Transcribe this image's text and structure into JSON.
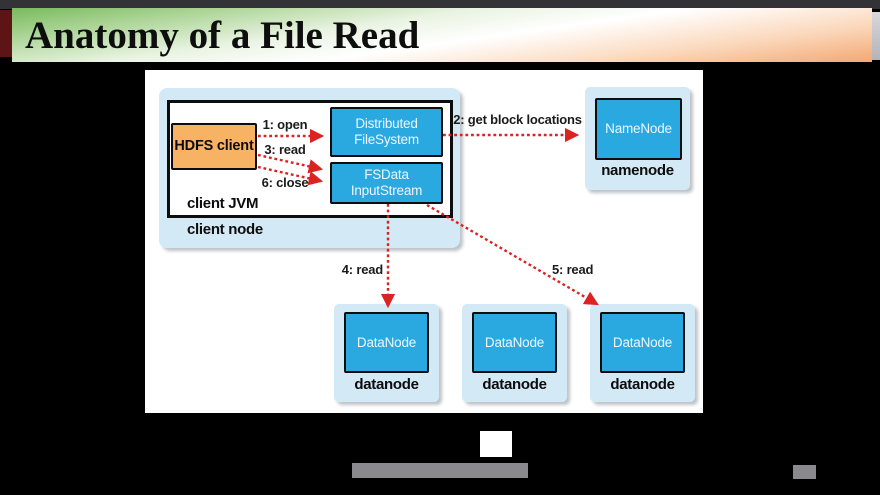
{
  "slide": {
    "title": "Anatomy of a File Read"
  },
  "diagram": {
    "client_node": {
      "node_label": "client node",
      "jvm_label": "client JVM",
      "hdfs_client_label": "HDFS client",
      "distributed_filesystem_label": "Distributed FileSystem",
      "fsdata_inputstream_label": "FSData InputStream"
    },
    "namenode": {
      "box_label": "NameNode",
      "node_label": "namenode"
    },
    "datanodes": [
      {
        "box_label": "DataNode",
        "node_label": "datanode"
      },
      {
        "box_label": "DataNode",
        "node_label": "datanode"
      },
      {
        "box_label": "DataNode",
        "node_label": "datanode"
      }
    ],
    "arrows": [
      {
        "step": "1",
        "label": "1: open"
      },
      {
        "step": "2",
        "label": "2: get block locations"
      },
      {
        "step": "3",
        "label": "3: read"
      },
      {
        "step": "4",
        "label": "4: read"
      },
      {
        "step": "5",
        "label": "5: read"
      },
      {
        "step": "6",
        "label": "6: close"
      }
    ]
  },
  "colors": {
    "accent_red": "#dd2222",
    "node_blue": "#2aa9e0",
    "container_blue": "#d3e9f5",
    "hdfs_orange": "#f8b263",
    "title_green": "#79ba5e",
    "title_orange": "#f3a873",
    "title_accent_maroon": "#5e1414"
  }
}
